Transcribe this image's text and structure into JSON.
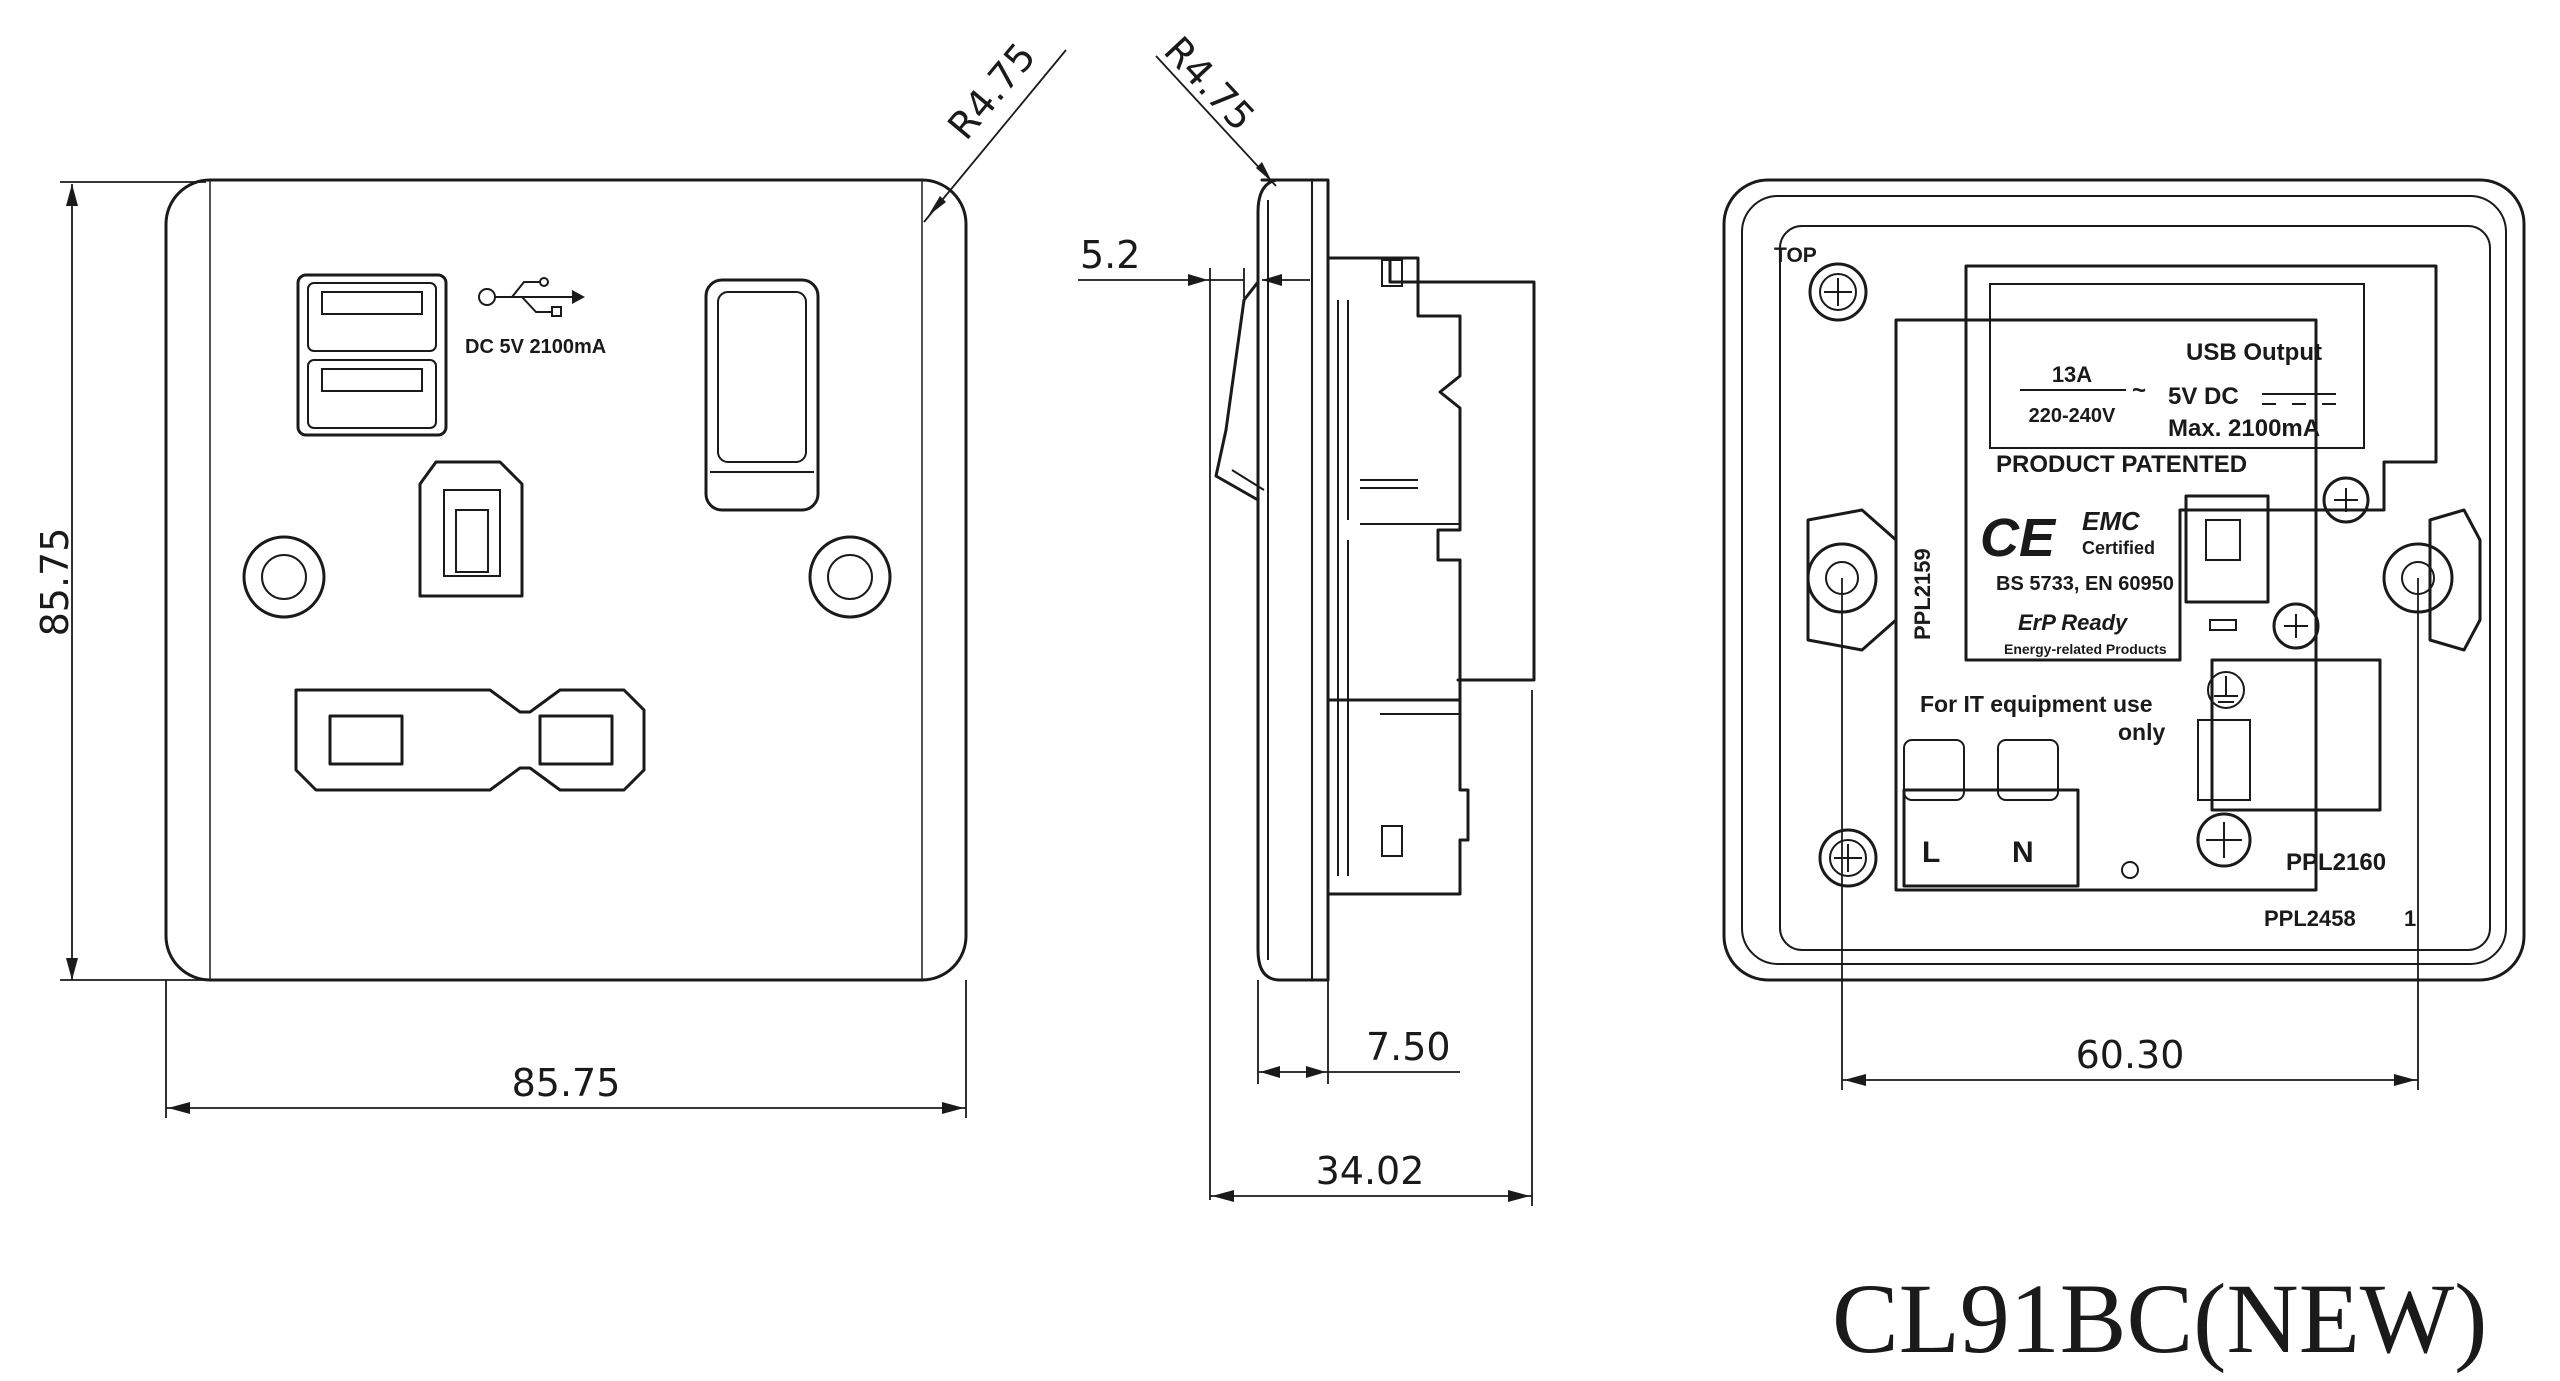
{
  "model": "CL91BC(NEW)",
  "dimensions": {
    "front_height": "85.75",
    "front_width": "85.75",
    "front_radius": "R4.75",
    "side_radius": "R4.75",
    "side_plate_offset": "5.2",
    "side_plate_depth": "7.50",
    "side_total_depth": "34.02",
    "rear_hole_spacing": "60.30"
  },
  "front_labels": {
    "usb_rating": "DC 5V  2100mA"
  },
  "rear_labels": {
    "top": "TOP",
    "rating_current": "13A",
    "rating_voltage": "220-240V",
    "usb_output": "USB Output",
    "usb_voltage": "5V DC",
    "usb_max": "Max. 2100mA",
    "patented": "PRODUCT  PATENTED",
    "ce": "CE",
    "emc": "EMC",
    "certified": "Certified",
    "standards": "BS 5733, EN 60950",
    "erp": "ErP Ready",
    "erp_sub": "Energy-related Products",
    "it_use_1": "For IT equipment use",
    "it_use_2": "only",
    "ppl2159": "PPL2159",
    "terminal_l": "L",
    "terminal_n": "N",
    "ppl2160": "PPL2160",
    "ppl2458": "PPL2458",
    "rev": "1"
  },
  "colors": {
    "line": "#1a1a1a",
    "background": "#ffffff"
  }
}
